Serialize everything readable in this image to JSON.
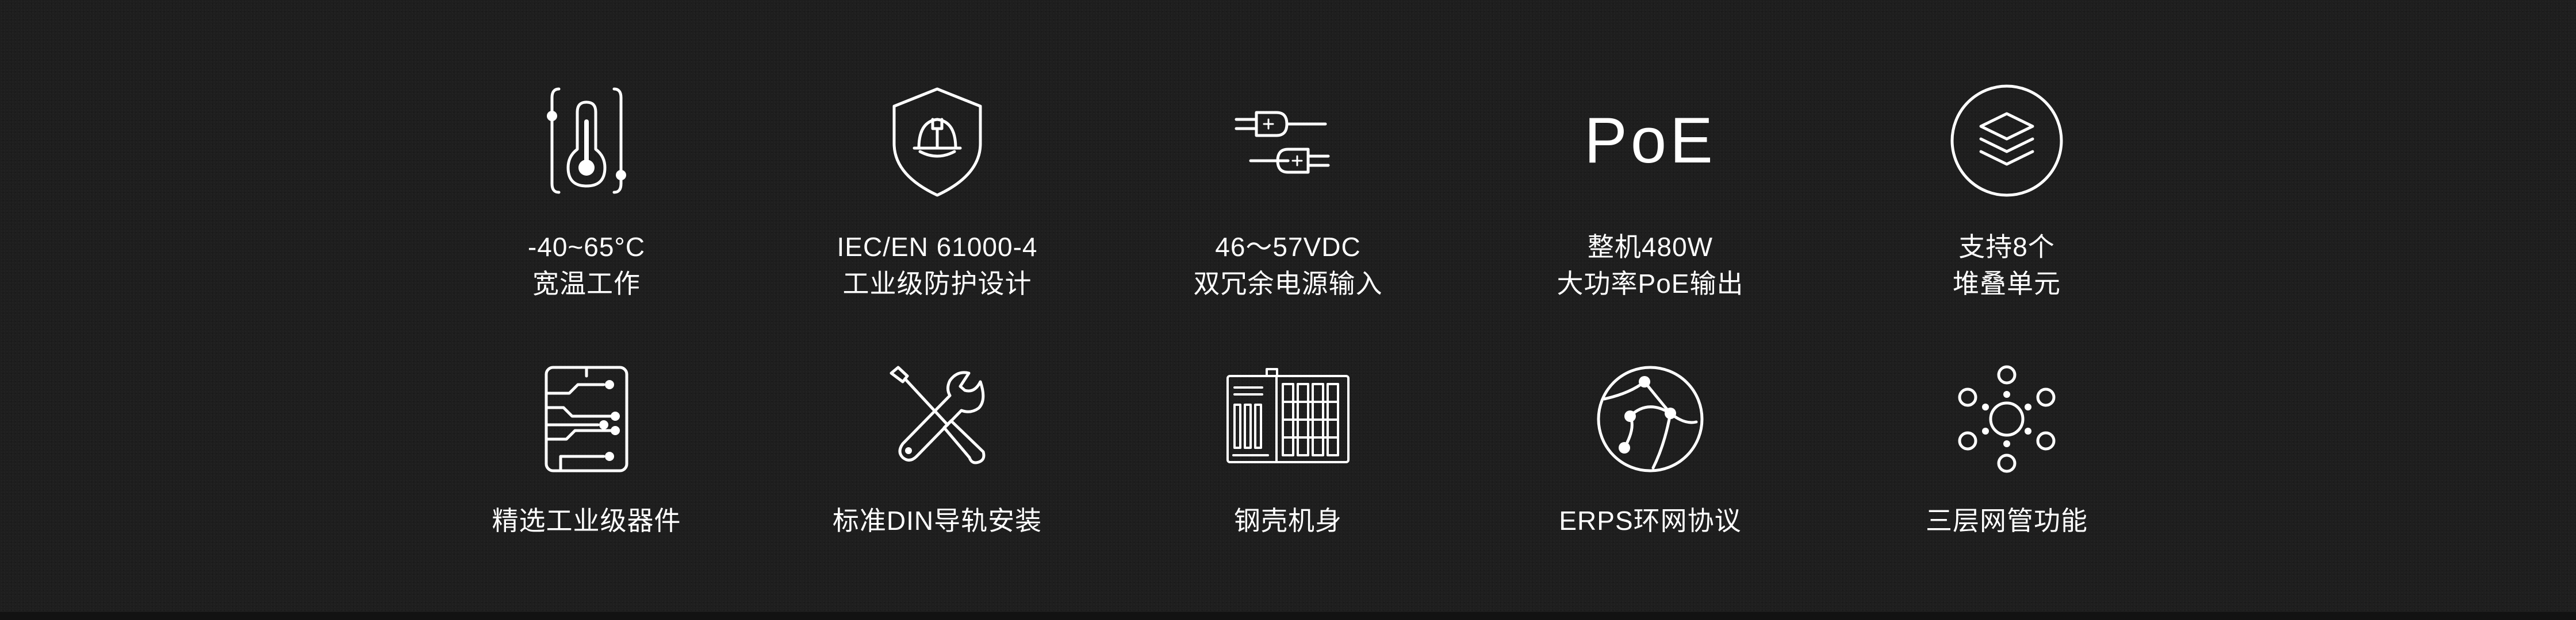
{
  "background_color": "#1e1e1e",
  "accent_color": "#ffffff",
  "features": [
    {
      "icon": "thermometer-icon",
      "line1": "-40~65°C",
      "line2": "宽温工作"
    },
    {
      "icon": "shield-helmet-icon",
      "line1": "IEC/EN 61000-4",
      "line2": "工业级防护设计"
    },
    {
      "icon": "dual-plug-icon",
      "line1": "46～57VDC",
      "line2": "双冗余电源输入"
    },
    {
      "icon": "poe-icon",
      "icon_text": "PoE",
      "line1": "整机480W",
      "line2": "大功率PoE输出"
    },
    {
      "icon": "layers-stack-icon",
      "line1": "支持8个",
      "line2": "堆叠单元"
    },
    {
      "icon": "circuit-board-icon",
      "line1": "精选工业级器件"
    },
    {
      "icon": "wrench-screwdriver-icon",
      "line1": "标准DIN导轨安装"
    },
    {
      "icon": "switch-device-icon",
      "line1": "钢壳机身"
    },
    {
      "icon": "globe-network-icon",
      "line1": "ERPS环网协议"
    },
    {
      "icon": "network-nodes-icon",
      "line1": "三层网管功能"
    }
  ]
}
